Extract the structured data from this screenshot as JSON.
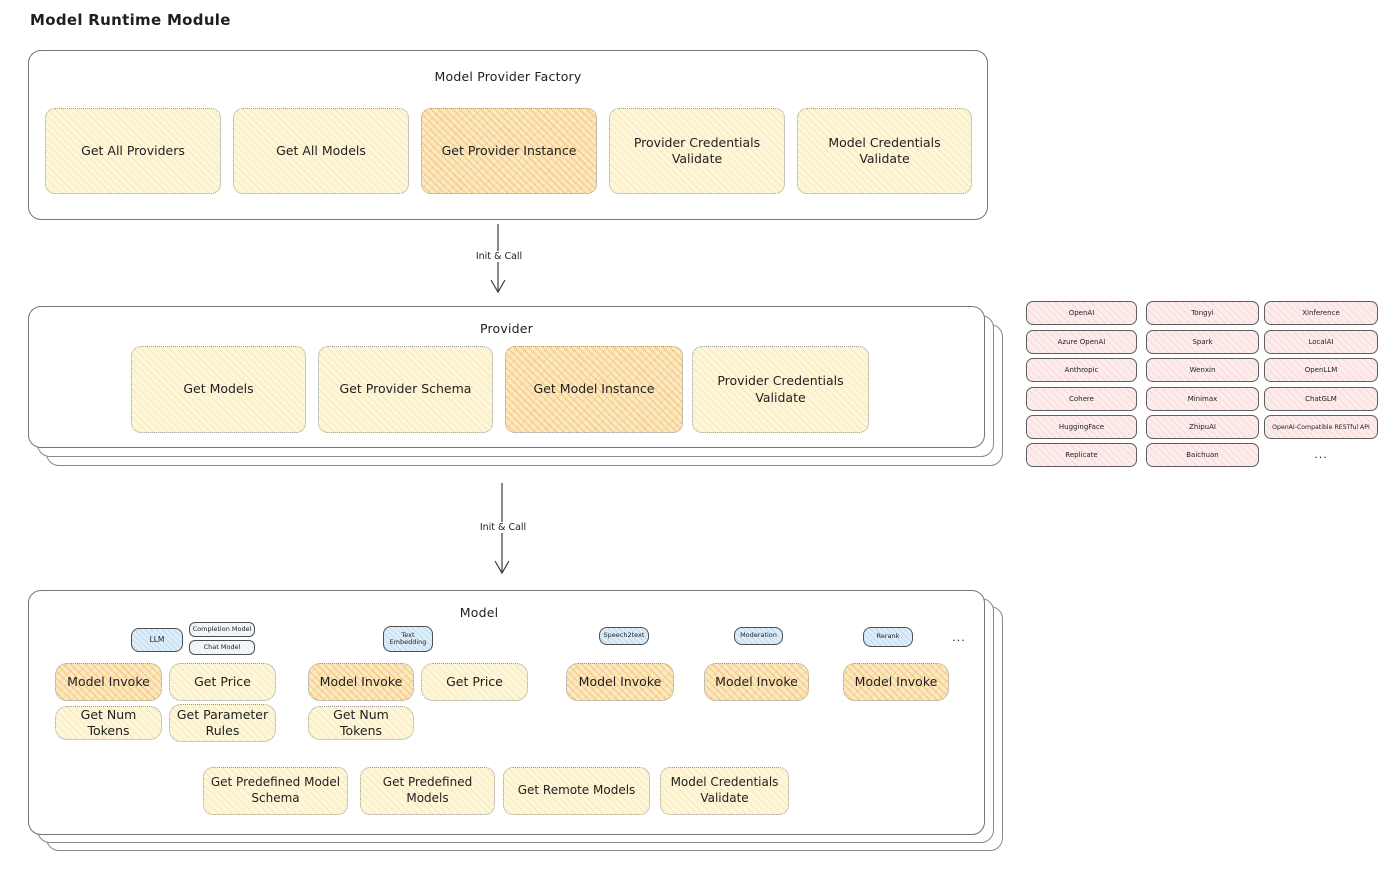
{
  "title": "Model Runtime Module",
  "arrow_label_1": "Init & Call",
  "arrow_label_2": "Init & Call",
  "factory": {
    "title": "Model Provider Factory",
    "buttons": [
      "Get All Providers",
      "Get All Models",
      "Get Provider Instance",
      "Provider Credentials Validate",
      "Model Credentials Validate"
    ]
  },
  "provider": {
    "title": "Provider",
    "buttons": [
      "Get Models",
      "Get Provider Schema",
      "Get Model Instance",
      "Provider Credentials Validate"
    ]
  },
  "providers_grid": {
    "items": [
      "OpenAI",
      "Tongyi",
      "Xinference",
      "Azure OpenAI",
      "Spark",
      "LocalAI",
      "Anthropic",
      "Wenxin",
      "OpenLLM",
      "Cohere",
      "Minimax",
      "ChatGLM",
      "HuggingFace",
      "ZhipuAI",
      "OpenAI-Compatible RESTful API",
      "Replicate",
      "Baichuan"
    ],
    "more": "..."
  },
  "model": {
    "title": "Model",
    "types": {
      "llm": "LLM",
      "completion": "Completion Model",
      "chat": "Chat Model",
      "text_embedding": "Text Embedding",
      "speech2text": "Speech2text",
      "moderation": "Moderation",
      "rerank": "Rerank",
      "more": "..."
    },
    "buttons": {
      "model_invoke": "Model Invoke",
      "get_price": "Get Price",
      "get_num_tokens": "Get Num Tokens",
      "get_parameter_rules": "Get Parameter Rules",
      "get_predefined_model_schema": "Get Predefined Model Schema",
      "get_predefined_models": "Get Predefined Models",
      "get_remote_models": "Get Remote Models",
      "model_credentials_validate": "Model Credentials Validate"
    }
  },
  "colors": {
    "accent_yellow": "#fdf6d8",
    "accent_orange": "#f6d392",
    "accent_pink": "#fdecec",
    "accent_blue": "#ddeefa",
    "stroke": "#3c3c3c"
  }
}
